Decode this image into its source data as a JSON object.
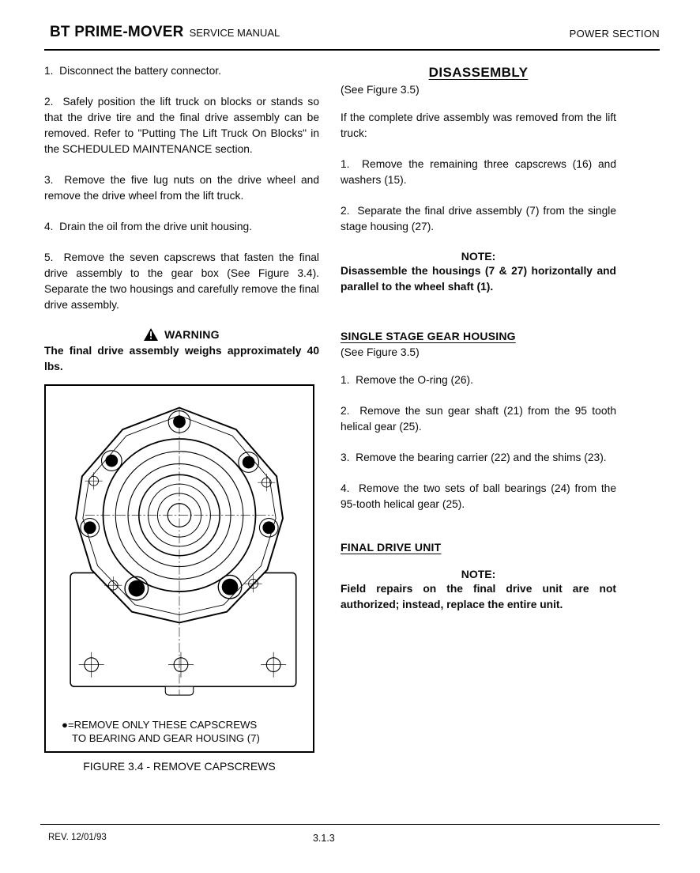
{
  "header": {
    "manual_title": "BT PRIME-MOVER",
    "manual_subtitle": "SERVICE MANUAL",
    "section": "POWER SECTION"
  },
  "left_column": {
    "steps": [
      "1.  Disconnect the battery connector.",
      "2.  Safely position the lift truck on blocks or stands so that the drive tire and the final drive assembly can be removed. Refer to \"Putting The Lift Truck On Blocks\" in the SCHEDULED MAINTENANCE section.",
      "3.  Remove the five lug nuts on the drive wheel and remove the drive wheel from the lift truck.",
      "4.  Drain the oil from the drive unit housing.",
      "5.  Remove the seven capscrews that fasten the final drive assembly to the gear box (See Figure 3.4). Separate the two housings and carefully remove the final drive assembly."
    ],
    "warning": {
      "label": "WARNING",
      "text": "The final drive assembly weighs approximately 40 lbs."
    },
    "figure": {
      "legend_line1": "●=REMOVE ONLY THESE CAPSCREWS",
      "legend_line2": "TO BEARING AND GEAR HOUSING (7)",
      "caption": "FIGURE 3.4 - REMOVE CAPSCREWS"
    }
  },
  "right_column": {
    "disassembly": {
      "heading": "DISASSEMBLY",
      "see": "(See Figure 3.5)",
      "intro": "If the complete drive assembly was removed from the lift truck:",
      "steps": [
        "1.  Remove the remaining three capscrews (16) and washers (15).",
        "2.  Separate the final drive assembly (7) from the single stage housing (27)."
      ],
      "note_label": "NOTE:",
      "note_text": "Disassemble the housings (7 & 27) horizontally and parallel to the wheel shaft (1)."
    },
    "gear_housing": {
      "heading": "SINGLE STAGE GEAR HOUSING",
      "see": "(See Figure 3.5)",
      "steps": [
        "1.  Remove the O-ring (26).",
        "2.  Remove the sun gear shaft (21) from the 95 tooth helical gear (25).",
        "3.  Remove the bearing carrier (22) and the shims (23).",
        "4.  Remove the two sets of ball bearings (24) from the 95-tooth helical gear (25)."
      ]
    },
    "final_drive": {
      "heading": "FINAL DRIVE UNIT",
      "note_label": "NOTE:",
      "note_text": "Field repairs on the final drive unit are not authorized; instead, replace the entire unit."
    }
  },
  "footer": {
    "rev": "REV. 12/01/93",
    "page": "3.1.3"
  }
}
